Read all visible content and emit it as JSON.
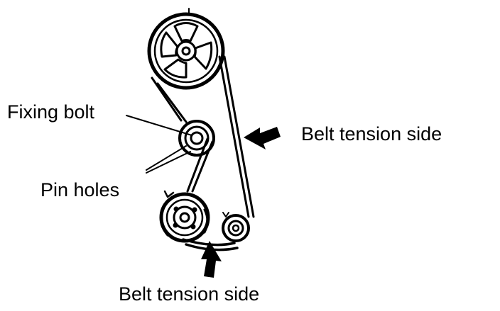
{
  "labels": {
    "fixing_bolt": "Fixing bolt",
    "pin_holes": "Pin holes",
    "belt_tension_side_right": "Belt tension side",
    "belt_tension_side_bottom": "Belt tension side"
  },
  "colors": {
    "ink": "#000000",
    "paper": "#ffffff"
  }
}
